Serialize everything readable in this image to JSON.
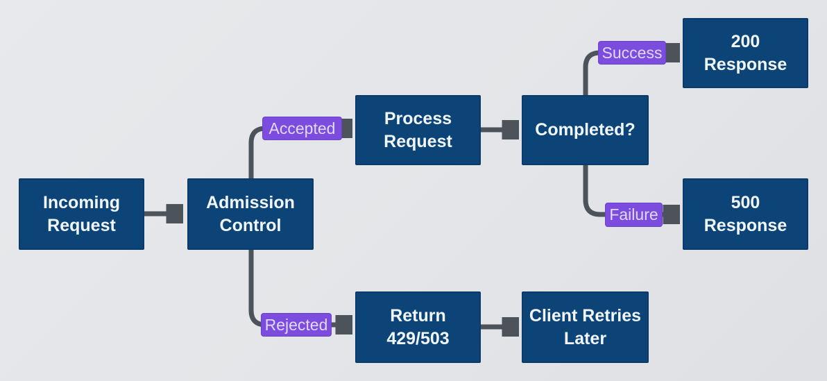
{
  "diagram": {
    "type": "flowchart",
    "nodes": {
      "incoming": {
        "label": "Incoming\nRequest"
      },
      "admission": {
        "label": "Admission\nControl"
      },
      "process": {
        "label": "Process\nRequest"
      },
      "completed": {
        "label": "Completed?"
      },
      "resp200": {
        "label": "200\nResponse"
      },
      "resp500": {
        "label": "500\nResponse"
      },
      "return429": {
        "label": "Return\n429/503"
      },
      "client": {
        "label": "Client Retries\nLater"
      }
    },
    "edges": [
      {
        "from": "Incoming Request",
        "to": "Admission Control",
        "label": ""
      },
      {
        "from": "Admission Control",
        "to": "Process Request",
        "label": "Accepted"
      },
      {
        "from": "Admission Control",
        "to": "Return 429/503",
        "label": "Rejected"
      },
      {
        "from": "Process Request",
        "to": "Completed?",
        "label": ""
      },
      {
        "from": "Completed?",
        "to": "200 Response",
        "label": "Success"
      },
      {
        "from": "Completed?",
        "to": "500 Response",
        "label": "Failure"
      },
      {
        "from": "Return 429/503",
        "to": "Client Retries Later",
        "label": ""
      }
    ]
  },
  "colors": {
    "canvas_bg": "#e3e5e8",
    "node_bg": "#0d4478",
    "node_border": "#0a3a69",
    "node_text": "#f0f6fa",
    "badge_bg": "#7b4cdd",
    "badge_border": "#6c40ce",
    "badge_text": "#e2d9f7",
    "edge_color": "#4c535b"
  }
}
